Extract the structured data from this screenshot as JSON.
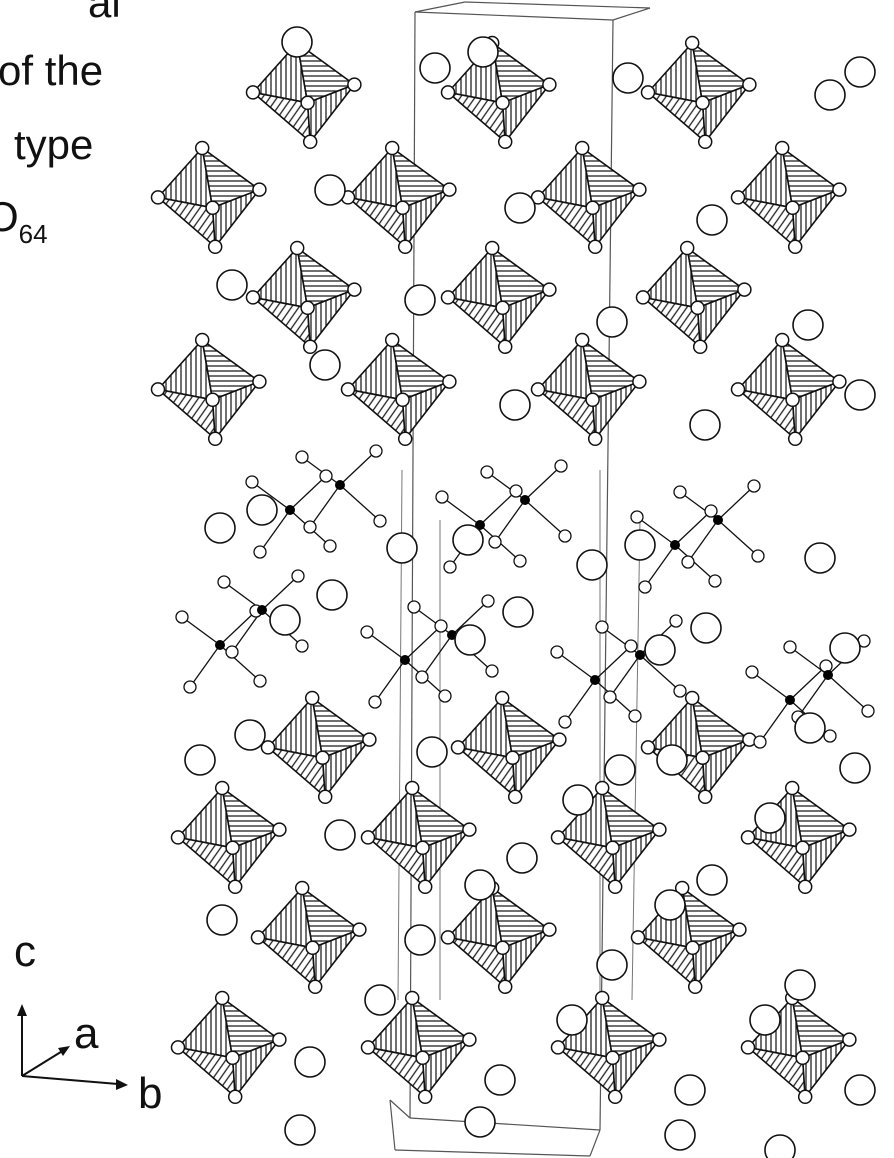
{
  "caption": {
    "line1": "al",
    "line2": "of the",
    "line3": "type",
    "line4_main": "O",
    "line4_sub": "64"
  },
  "axes": {
    "c": "c",
    "a": "a",
    "b": "b"
  }
}
